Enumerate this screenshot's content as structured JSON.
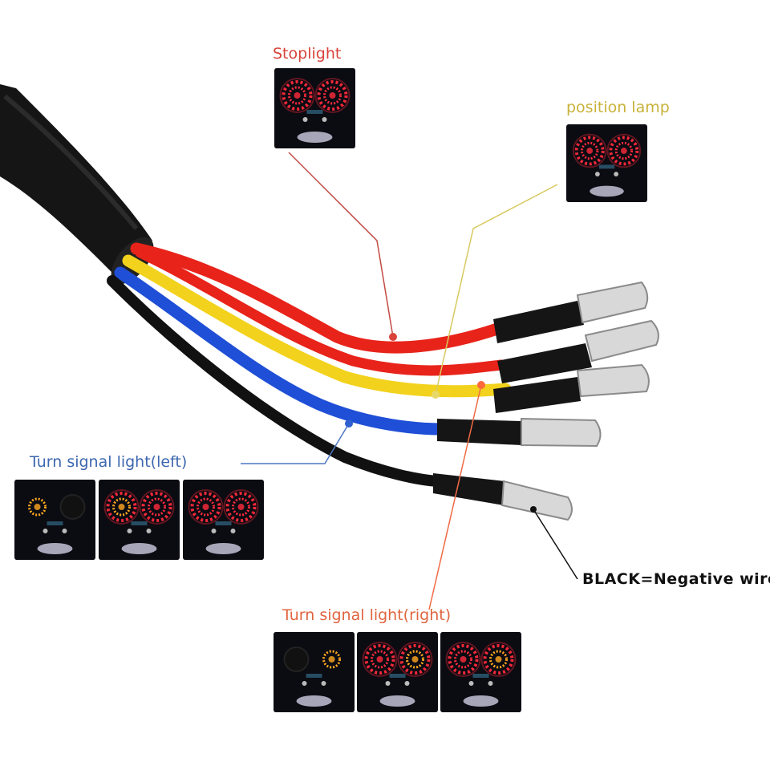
{
  "labels": {
    "stoplight": "Stoplight",
    "position_lamp": "position lamp",
    "turn_left": "Turn signal light(left)",
    "turn_right": "Turn signal light(right)",
    "black_negative": "BLACK=Negative wire"
  },
  "colors": {
    "stoplight": "#d9433a",
    "position_lamp": "#c9b23a",
    "turn_left": "#3d67b0",
    "turn_right": "#e0653f",
    "wire_red": "#e8231a",
    "wire_yellow": "#f2d21c",
    "wire_blue": "#1f4fd6",
    "wire_black": "#111111",
    "led_red": "#ff2a3c",
    "led_amber": "#ffa820"
  },
  "photos": {
    "stoplight": {
      "left": "red",
      "right": "red"
    },
    "position_lamp": {
      "left": "red",
      "right": "red"
    },
    "turn_left": [
      {
        "left": "amber",
        "right": "off"
      },
      {
        "left": "amber-red",
        "right": "red"
      },
      {
        "left": "red",
        "right": "red"
      }
    ],
    "turn_right": [
      {
        "left": "off",
        "right": "amber"
      },
      {
        "left": "red",
        "right": "amber-red"
      },
      {
        "left": "red",
        "right": "amber-red"
      }
    ]
  }
}
